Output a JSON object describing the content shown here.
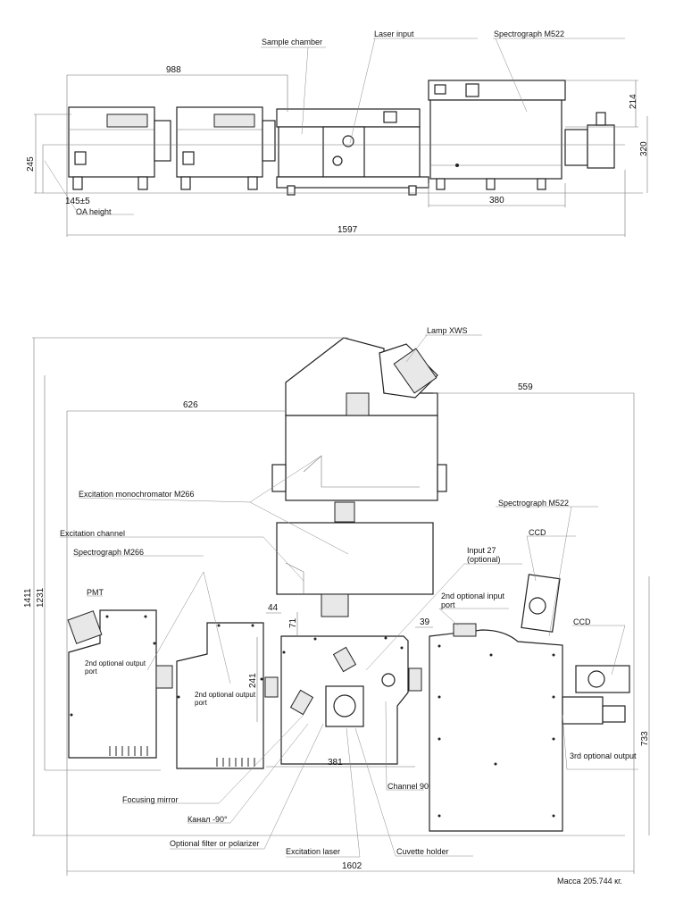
{
  "top_view": {
    "labels": {
      "sample_chamber": "Sample chamber",
      "laser_input": "Laser input",
      "spectrograph": "Spectrograph M522",
      "oa_height": "OA height"
    },
    "dimensions": {
      "d988": "988",
      "d1597": "1597",
      "d380": "380",
      "d245": "245",
      "d214": "214",
      "d320": "320",
      "d145": "145±5"
    }
  },
  "bottom_view": {
    "labels": {
      "lamp": "Lamp XWS",
      "exc_mono": "Excitation monochromator M266",
      "exc_channel": "Excitation channel",
      "spectrograph_m266": "Spectrograph M266",
      "pmt": "PMT",
      "out_port_1a": "2nd optional output",
      "out_port_1b": "port",
      "out_port_2a": "2nd optional output",
      "out_port_2b": "port",
      "spectrograph_m522": "Spectrograph  M522",
      "ccd1": "CCD",
      "input27a": "Input 27",
      "input27b": "(optional)",
      "in_port_a": "2nd optional input",
      "in_port_b": "port",
      "ccd2": "CCD",
      "out3": "3rd optional output",
      "channel90": "Channel 90",
      "focusing_mirror": "Focusing mirror",
      "channel_m90": "Канал -90°",
      "filter": "Optional filter or polarizer",
      "exc_laser": "Excitation laser",
      "cuvette": "Cuvette holder"
    },
    "dimensions": {
      "d626": "626",
      "d559": "559",
      "d1411": "1411",
      "d1231": "1231",
      "d1602": "1602",
      "d44": "44",
      "d71": "71",
      "d241": "241",
      "d39": "39",
      "d381": "381",
      "d733": "733"
    },
    "mass": "Масса 205.744 кг."
  }
}
